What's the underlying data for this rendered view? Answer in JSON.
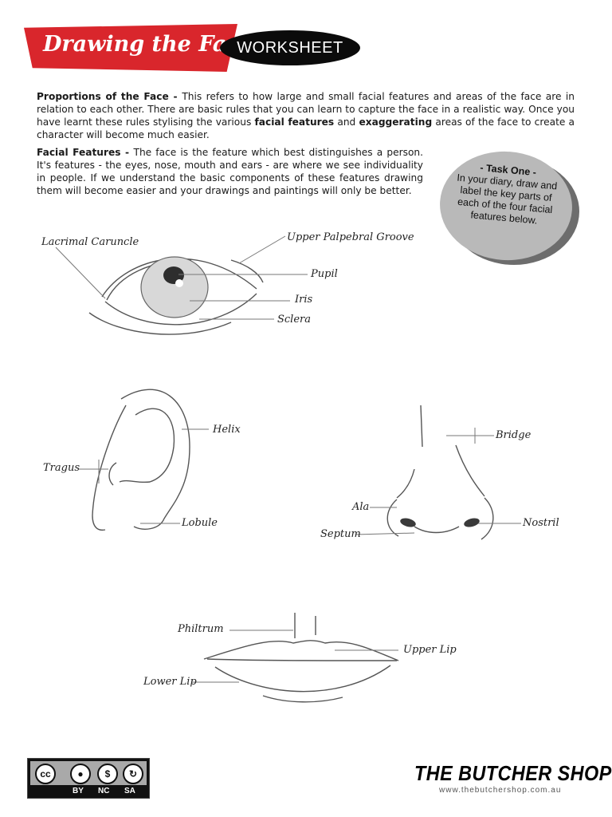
{
  "header": {
    "title": "Drawing the Face",
    "badge": "WORKSHEET"
  },
  "intro": {
    "proportions_heading": "Proportions of the Face - ",
    "proportions_text_1": "This refers to how large and small facial features and areas of the face are in relation to each other. There are basic rules that you can learn to capture the face in a realistic way. Once you have learnt these rules stylising the various ",
    "proportions_bold_1": "facial features",
    "proportions_text_2": " and ",
    "proportions_bold_2": "exaggerating",
    "proportions_text_3": " areas of the face to create a character will become much easier.",
    "features_heading": "Facial Features - ",
    "features_text": "The face is the feature which best distinguishes a person. It's features - the eyes, nose, mouth and ears - are where we see individuality in people. If we understand the basic components of these features drawing them will become easier and your drawings and paintings will only be better."
  },
  "task": {
    "heading": "- Task One -",
    "body": "In your diary, draw and label the key parts of each of the four facial features below."
  },
  "labels": {
    "eye": {
      "lacrimal_caruncle": "Lacrimal Caruncle",
      "upper_palpebral_groove": "Upper Palpebral Groove",
      "pupil": "Pupil",
      "iris": "Iris",
      "sclera": "Sclera"
    },
    "ear": {
      "helix": "Helix",
      "tragus": "Tragus",
      "lobule": "Lobule"
    },
    "nose": {
      "bridge": "Bridge",
      "ala": "Ala",
      "nostril": "Nostril",
      "septum": "Septum"
    },
    "mouth": {
      "philtrum": "Philtrum",
      "upper_lip": "Upper Lip",
      "lower_lip": "Lower Lip"
    }
  },
  "footer": {
    "license_icons": [
      "cc",
      "by",
      "nc",
      "sa"
    ],
    "license_tags": [
      "BY",
      "NC",
      "SA"
    ],
    "brand": "THE BUTCHER SHOP",
    "url": "www.thebutchershop.com.au"
  }
}
